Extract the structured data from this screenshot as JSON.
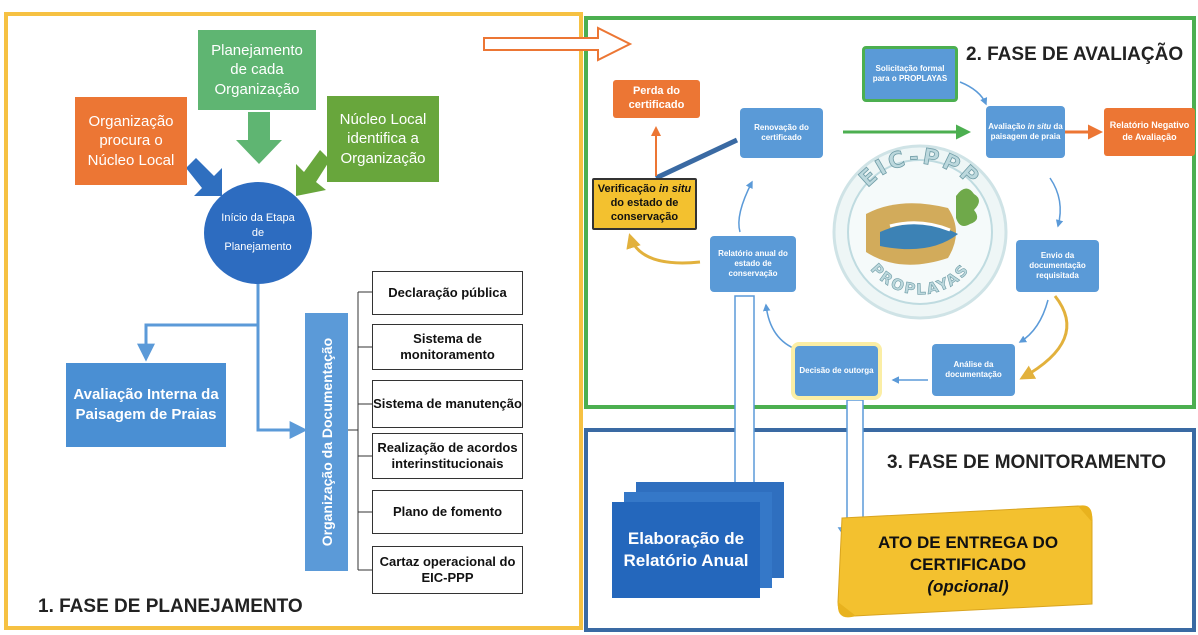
{
  "phase1": {
    "title": "1. FASE DE PLANEJAMENTO",
    "org_procura": "Organização procura o Núcleo Local",
    "planejamento": "Planejamento de cada Organização",
    "nucleo_identifica": "Núcleo Local identifica a Organização",
    "inicio": "Início da Etapa de Planejamento",
    "avaliacao_interna": "Avaliação Interna da Paisagem de Praias",
    "org_documentacao": "Organização da Documentação",
    "doc_items": [
      "Declaração pública",
      "Sistema de monitoramento",
      "Sistema de manutenção",
      "Realização de acordos interinstitucionais",
      "Plano de fomento",
      "Cartaz operacional do EIC-PPP"
    ]
  },
  "phase2": {
    "title": "2. FASE DE AVALIAÇÃO",
    "perda": "Perda do certificado",
    "renovacao": "Renovação do certificado",
    "solicitacao": "Solicitação formal para o PROPLAYAS",
    "avaliacao_insitu_a": "Avaliação ",
    "avaliacao_insitu_b": "in situ",
    "avaliacao_insitu_c": " da paisagem de praia",
    "relatorio_negativo": "Relatório Negativo de Avaliação",
    "verificacao_a": "Verificação ",
    "verificacao_b": "in situ",
    "verificacao_c": " do estado de conservação",
    "relatorio_anual_conservacao": "Relatório anual do estado de conservação",
    "envio": "Envio da documentação requisitada",
    "analise": "Análise da documentação",
    "decisao": "Decisão de outorga",
    "logo_top": "EIC-PPP",
    "logo_bottom": "PROPLAYAS"
  },
  "phase3": {
    "title": "3. FASE DE MONITORAMENTO",
    "elaboracao": "Elaboração de Relatório Anual",
    "ato_line1": "ATO DE ENTREGA DO",
    "ato_line2": "CERTIFICADO",
    "ato_line3": "(opcional)"
  },
  "colors": {
    "phase1_frame": "#f6c142",
    "phase2_frame": "#4caf50",
    "phase3_frame": "#3a6aa3",
    "orange": "#ec7634",
    "green": "#5fb572",
    "blue": "#4a8fd3",
    "gold": "#f3c12f"
  }
}
